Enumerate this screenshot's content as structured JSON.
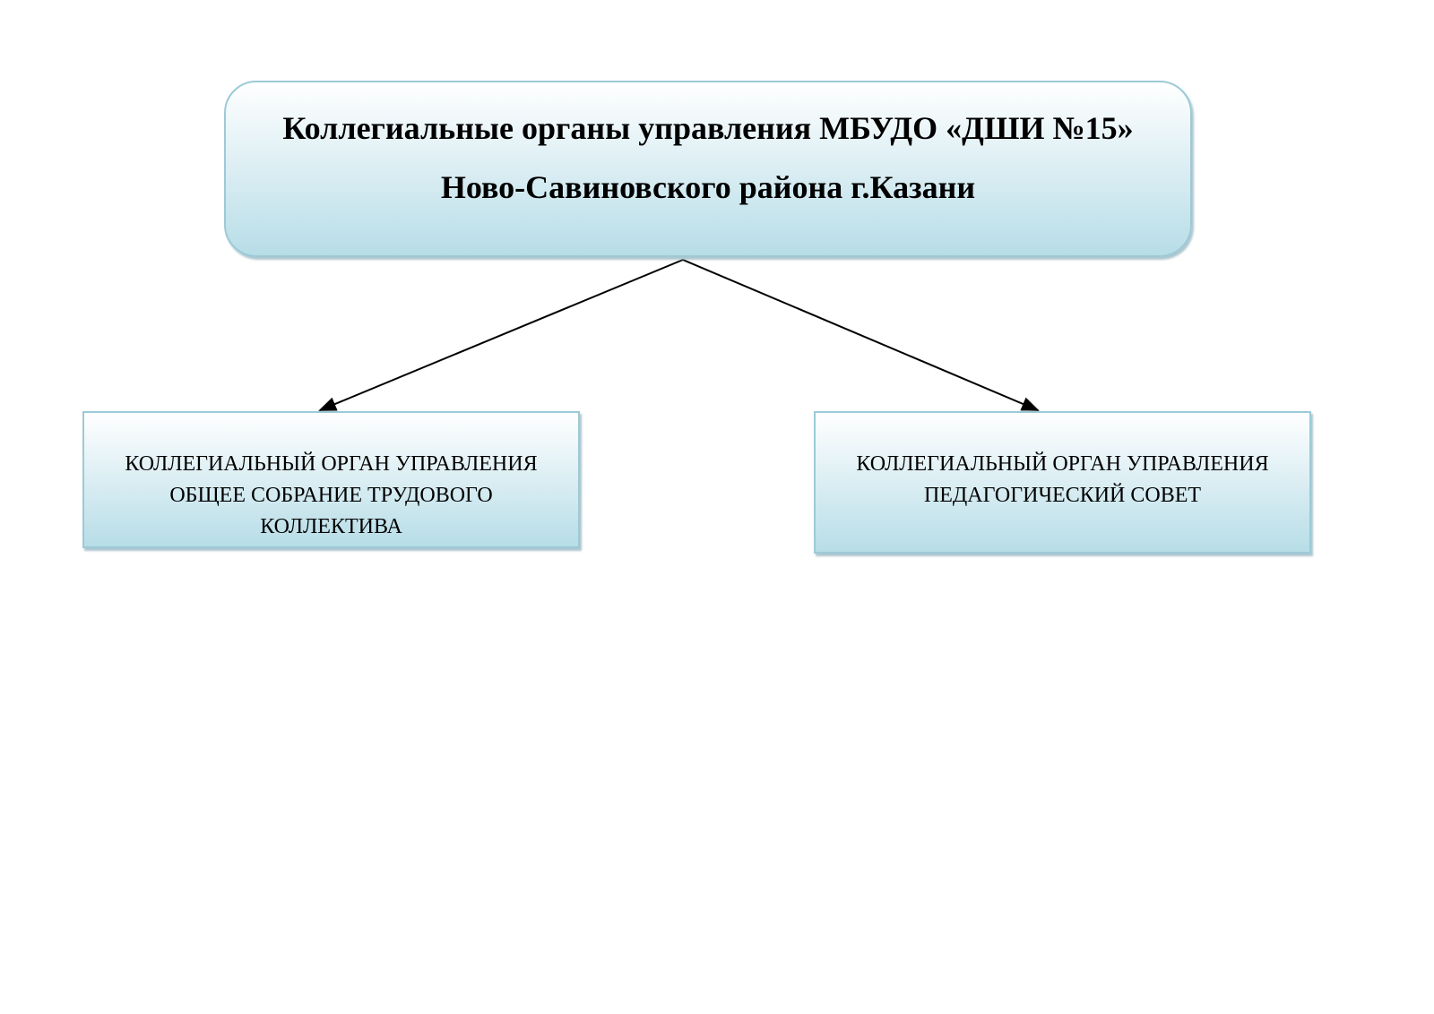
{
  "top": {
    "title_line1": "Коллегиальные органы управления МБУДО «ДШИ №15»",
    "title_line2": "Ново-Савиновского района г.Казани"
  },
  "left": {
    "lines": [
      "КОЛЛЕГИАЛЬНЫЙ ОРГАН УПРАВЛЕНИЯ",
      "ОБЩЕЕ СОБРАНИЕ ТРУДОВОГО",
      "КОЛЛЕКТИВА"
    ]
  },
  "right": {
    "lines": [
      "КОЛЛЕГИАЛЬНЫЙ ОРГАН УПРАВЛЕНИЯ",
      "ПЕДАГОГИЧЕСКИЙ СОВЕТ"
    ]
  }
}
